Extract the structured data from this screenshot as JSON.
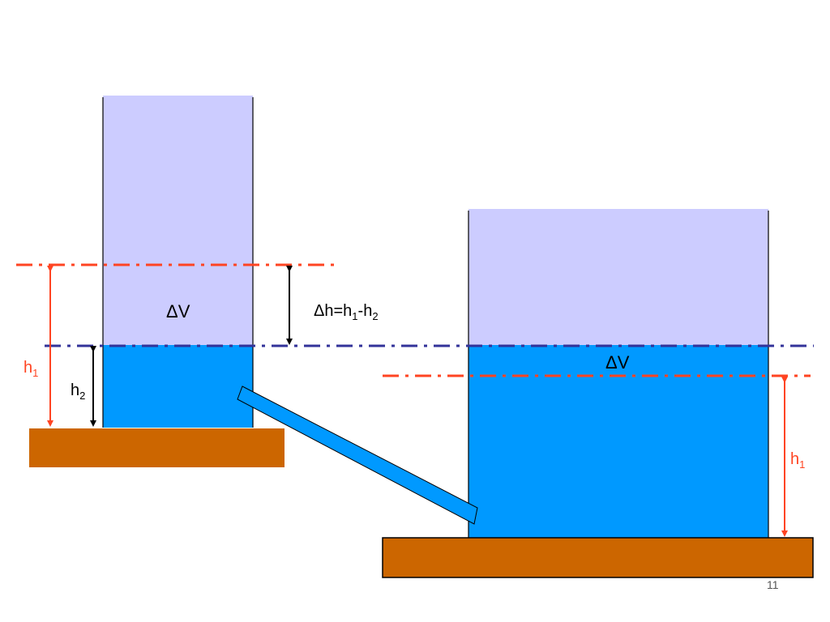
{
  "labels": {
    "delta_v_left": "ΔV",
    "delta_h_eq": "Δh=h",
    "delta_h_sub1": "1",
    "delta_h_minus": "-h",
    "delta_h_sub2": "2",
    "h1_left_main": "h",
    "h1_left_sub": "1",
    "h2_left_main": "h",
    "h2_left_sub": "2",
    "delta_v_right": "ΔV",
    "h1_right_main": "h",
    "h1_right_sub": "1",
    "page_number": "11"
  },
  "colors": {
    "air": "#ccccff",
    "water": "#0099ff",
    "ground": "#cc6600",
    "red_line": "#ff4422",
    "blue_line": "#333399",
    "arrow_black": "#000000",
    "outline": "#000000"
  }
}
